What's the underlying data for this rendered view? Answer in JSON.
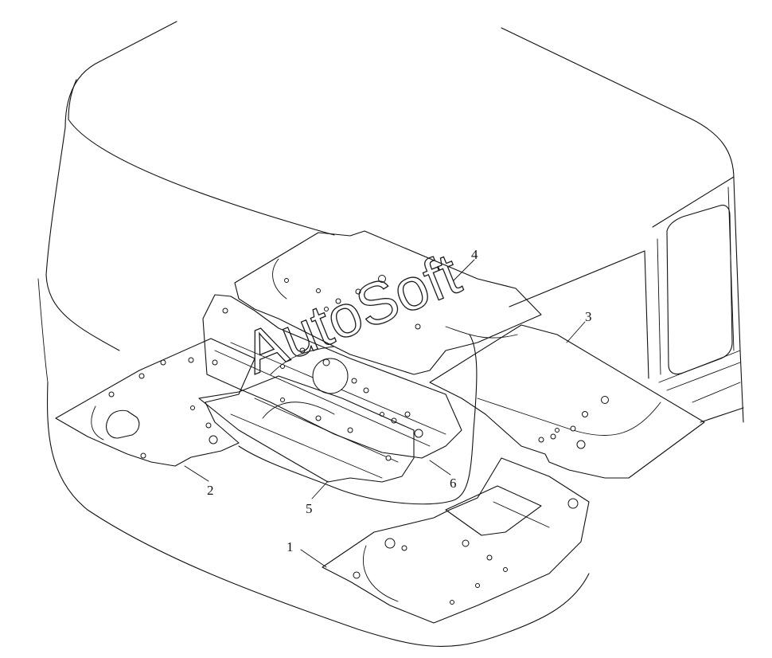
{
  "watermark": "AutoSoft",
  "callouts": [
    {
      "id": "callout-1",
      "label": "1"
    },
    {
      "id": "callout-2",
      "label": "2"
    },
    {
      "id": "callout-3",
      "label": "3"
    },
    {
      "id": "callout-4",
      "label": "4"
    },
    {
      "id": "callout-5",
      "label": "5"
    },
    {
      "id": "callout-6",
      "label": "6"
    }
  ]
}
